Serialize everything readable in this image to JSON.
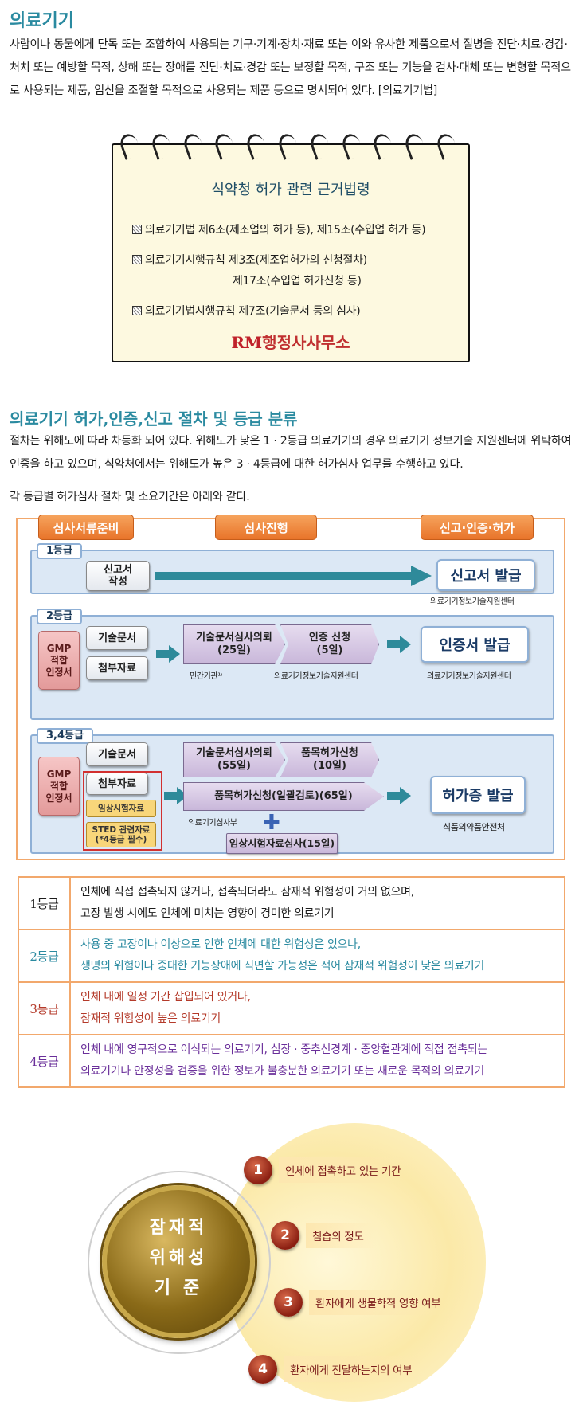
{
  "section1": {
    "title": "의료기기",
    "para_segments": [
      {
        "text": "사람이나 동물에게 단독 또는 조합하여 사용되는 기구·기계·장치·재료 또는 이와 유사한 제품으로서 질병을 진단·치료·경감·처치 또는 예방할 목적",
        "u": true
      },
      {
        "text": ", 상해 또는 장애를 진단·치료·경감 또는 보정할 목적, 구조 또는 기능을 검사·대체 또는 변형할 목적으로 사용되는 제품, 임신을 조절할 목적으로 사용되는 제품 등으로 명시되어 있다. [의료기기법]",
        "u": false
      }
    ]
  },
  "notepad": {
    "heading": "식약청 허가 관련 근거법령",
    "line1": "의료기기법 제6조(제조업의 허가 등), 제15조(수입업 허가 등)",
    "line2": "의료기기시행규칙 제3조(제조업허가의 신청절차)",
    "line2b": "제17조(수입업 허가신청 등)",
    "line3": "의료기기법시행규칙 제7조(기술문서 등의 심사)",
    "logo_rm": "RM",
    "logo_rest": "행정사사무소"
  },
  "section2": {
    "title": "의료기기 허가,인증,신고 절차 및 등급 분류",
    "para": "절차는 위해도에 따라 차등화 되어 있다. 위해도가 낮은 1 · 2등급 의료기기의 경우 의료기기 정보기술 지원센터에 위탁하여 인증을 하고 있으며, 식약처에서는 위해도가 높은 3 · 4등급에 대한 허가심사 업무를 수행하고 있다.",
    "para2": "각 등급별 허가심사 절차 및 소요기간은 아래와 같다."
  },
  "process": {
    "tab1": "심사서류준비",
    "tab2": "심사진행",
    "tab3": "신고·인증·허가",
    "g1": {
      "label": "1등급",
      "box": "신고서\n작성",
      "result": "신고서 발급",
      "agency": "의료기기정보기술지원센터"
    },
    "g2": {
      "label": "2등급",
      "gmp": "GMP\n적합\n인정서",
      "doc1": "기술문서",
      "doc2": "첨부자료",
      "step1": "기술문서심사의뢰\n(25일)",
      "step2": "인증 신청\n(5일)",
      "under1": "민간기관¹⁾",
      "under2": "의료기기정보기술지원센터",
      "result": "인증서 발급",
      "agency": "의료기기정보기술지원센터"
    },
    "g34": {
      "label": "3,4등급",
      "gmp": "GMP\n적합\n인정서",
      "doc1": "기술문서",
      "doc2": "첨부자료",
      "sub1": "임상시험자료",
      "sub2": "STED 관련자료\n(*4등급 필수)",
      "step1": "기술문서심사의뢰\n(55일)",
      "step2": "품목허가신청\n(10일)",
      "step3": "품목허가신청(일괄검토)(65일)",
      "under": "의료기기심사부",
      "plus": "✚",
      "step4": "임상시험자료심사(15일)",
      "result": "허가증 발급",
      "agency": "식품의약품안전처"
    }
  },
  "grades": [
    {
      "grade": "1등급",
      "color": "#1c1c1c",
      "lines": [
        "인체에 직접 접촉되지 않거나, 접촉되더라도 잠재적 위험성이 거의 없으며,",
        "고장 발생 시에도 인체에 미치는 영향이 경미한 의료기기"
      ]
    },
    {
      "grade": "2등급",
      "color": "#2a8aa0",
      "lines": [
        "사용 중 고장이나 이상으로 인한 인체에 대한 위험성은 있으나,",
        "생명의 위험이나 중대한 기능장애에 직면할 가능성은 적어 잠재적 위험성이 낮은 의료기기"
      ]
    },
    {
      "grade": "3등급",
      "color": "#b43a2a",
      "lines": [
        "인체 내에 일정 기간 삽입되어 있거나,",
        "잠재적 위험성이 높은 의료기기"
      ]
    },
    {
      "grade": "4등급",
      "color": "#6a2f9a",
      "lines": [
        "인체 내에 영구적으로 이식되는 의료기기,  심장 · 중추신경계 · 중앙혈관계에 직접 접촉되는",
        "의료기기나 안정성을 검증을 위한 정보가 불충분한 의료기기 또는 새로운 목적의 의료기기"
      ]
    }
  ],
  "criteria": {
    "center": [
      "잠재적",
      "위해성",
      "기 준"
    ],
    "items": [
      {
        "num": "1",
        "label": "인체에 접촉하고 있는 기간"
      },
      {
        "num": "2",
        "label": "침습의 정도"
      },
      {
        "num": "3",
        "label": "환자에게 생물학적 영향 여부"
      },
      {
        "num": "4",
        "label": "환자에게 전달하는지의 여부"
      }
    ]
  }
}
